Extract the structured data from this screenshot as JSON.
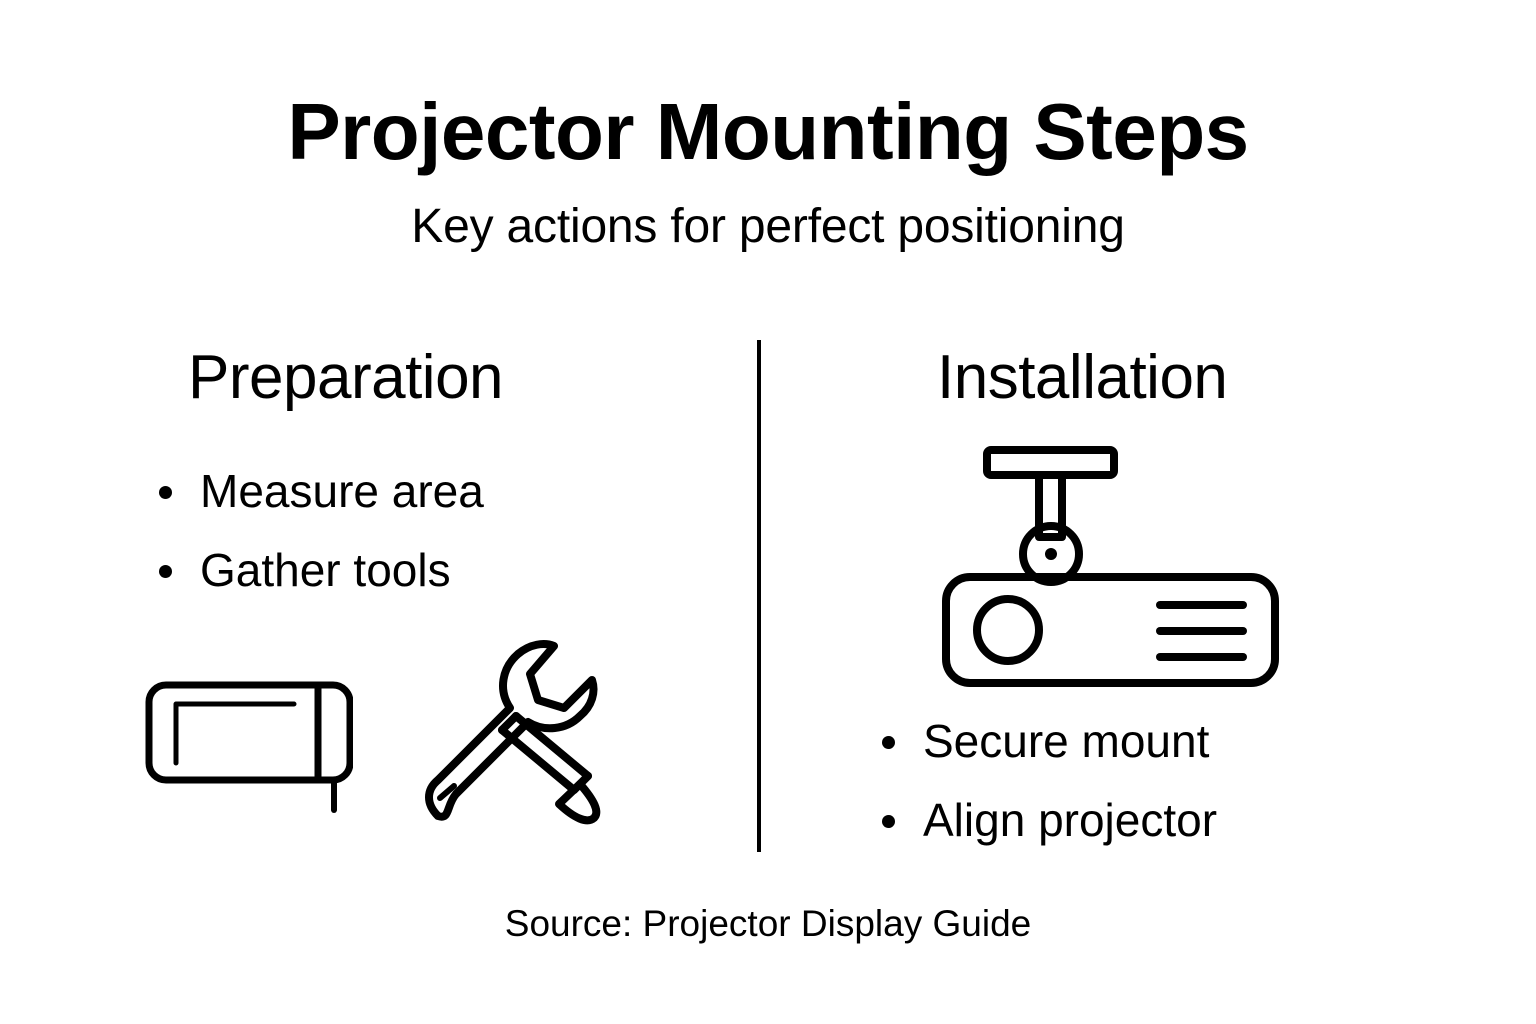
{
  "header": {
    "title": "Projector Mounting Steps",
    "subtitle": "Key actions for perfect positioning"
  },
  "columns": [
    {
      "heading": "Preparation",
      "bullets": [
        {
          "text": "Measure area"
        },
        {
          "text": "Gather tools"
        }
      ],
      "icons": [
        {
          "name": "projection-screen-icon"
        },
        {
          "name": "wrench-screwdriver-icon"
        }
      ]
    },
    {
      "heading": "Installation",
      "bullets": [
        {
          "text": "Secure mount"
        },
        {
          "text": "Align projector"
        }
      ],
      "icons": [
        {
          "name": "ceiling-mounted-projector-icon"
        }
      ]
    }
  ],
  "footer": {
    "source": "Source: Projector Display Guide"
  },
  "colors": {
    "background": "#ffffff",
    "ink": "#000000",
    "divider": "#000000"
  }
}
